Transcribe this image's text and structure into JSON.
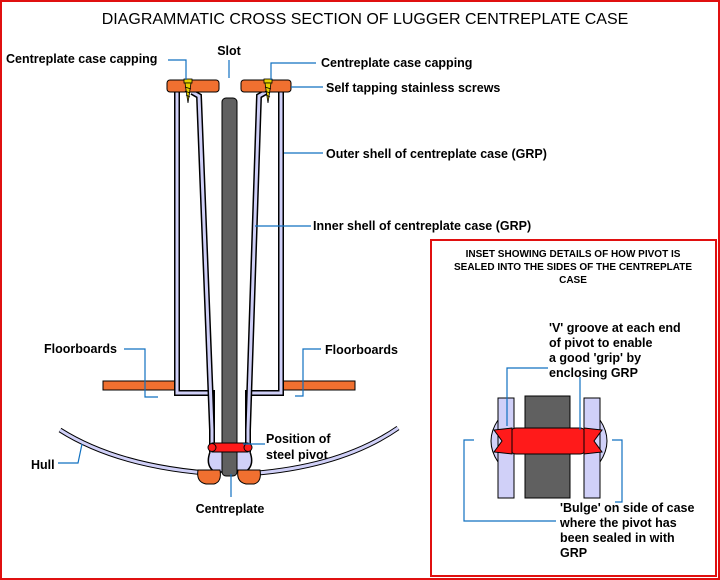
{
  "title": "DIAGRAMMATIC CROSS SECTION OF LUGGER CENTREPLATE CASE",
  "labels": {
    "capping_left": "Centreplate case capping",
    "capping_right": "Centreplate case capping",
    "slot": "Slot",
    "screws": "Self tapping stainless screws",
    "outer_shell": "Outer shell of centreplate case  (GRP)",
    "inner_shell": "Inner shell of centreplate case (GRP)",
    "floorboards_left": "Floorboards",
    "floorboards_right": "Floorboards",
    "hull": "Hull",
    "pivot_line1": "Position of",
    "pivot_line2": "steel pivot",
    "centreplate": "Centreplate"
  },
  "inset": {
    "title_lines": [
      "INSET SHOWING DETAILS OF HOW PIVOT IS",
      "SEALED INTO THE SIDES OF THE CENTREPLATE",
      "CASE"
    ],
    "groove_lines": [
      "'V' groove at each end",
      "of pivot to enable",
      "a good 'grip' by",
      "enclosing GRP"
    ],
    "bulge_lines": [
      "'Bulge' on side of case",
      "where the pivot has",
      "been sealed in with",
      "GRP"
    ]
  },
  "colors": {
    "border": "#e01010",
    "copper": "#f07030",
    "shell": "#d0d0f8",
    "plate": "#606060",
    "pivot": "#ff1a1a",
    "leader": "#1070c0",
    "screw": "#e8d000"
  }
}
